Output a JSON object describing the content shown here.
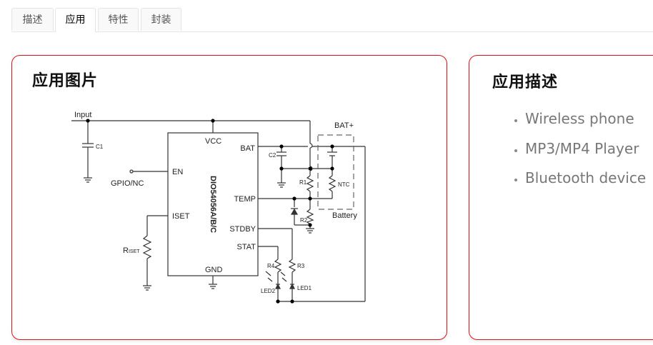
{
  "tabs": [
    {
      "label": "描述",
      "active": false
    },
    {
      "label": "应用",
      "active": true
    },
    {
      "label": "特性",
      "active": false
    },
    {
      "label": "封装",
      "active": false
    }
  ],
  "app_image_card": {
    "title": "应用图片",
    "schematic": {
      "chip_name": "DIO54056A/B/C",
      "pins_left": [
        "EN",
        "ISET"
      ],
      "pins_right": [
        "BAT",
        "TEMP",
        "STDBY",
        "STAT"
      ],
      "pin_top": "VCC",
      "pin_bottom": "GND",
      "labels": {
        "input": "Input",
        "c1": "C1",
        "c2": "C2",
        "gpio": "GPIO/NC",
        "riset_main": "R",
        "riset_sub": "ISET",
        "r1": "R1",
        "r2": "R2",
        "r3": "R3",
        "r4": "R4",
        "ntc": "NTC",
        "bat_plus": "BAT+",
        "battery": "Battery",
        "led1": "LED1",
        "led2": "LED2"
      }
    }
  },
  "app_desc_card": {
    "title": "应用描述",
    "items": [
      "Wireless phone",
      "MP3/MP4 Player",
      "Bluetooth device"
    ]
  },
  "colors": {
    "card_border": "#d8121b",
    "list_text": "#777777"
  }
}
